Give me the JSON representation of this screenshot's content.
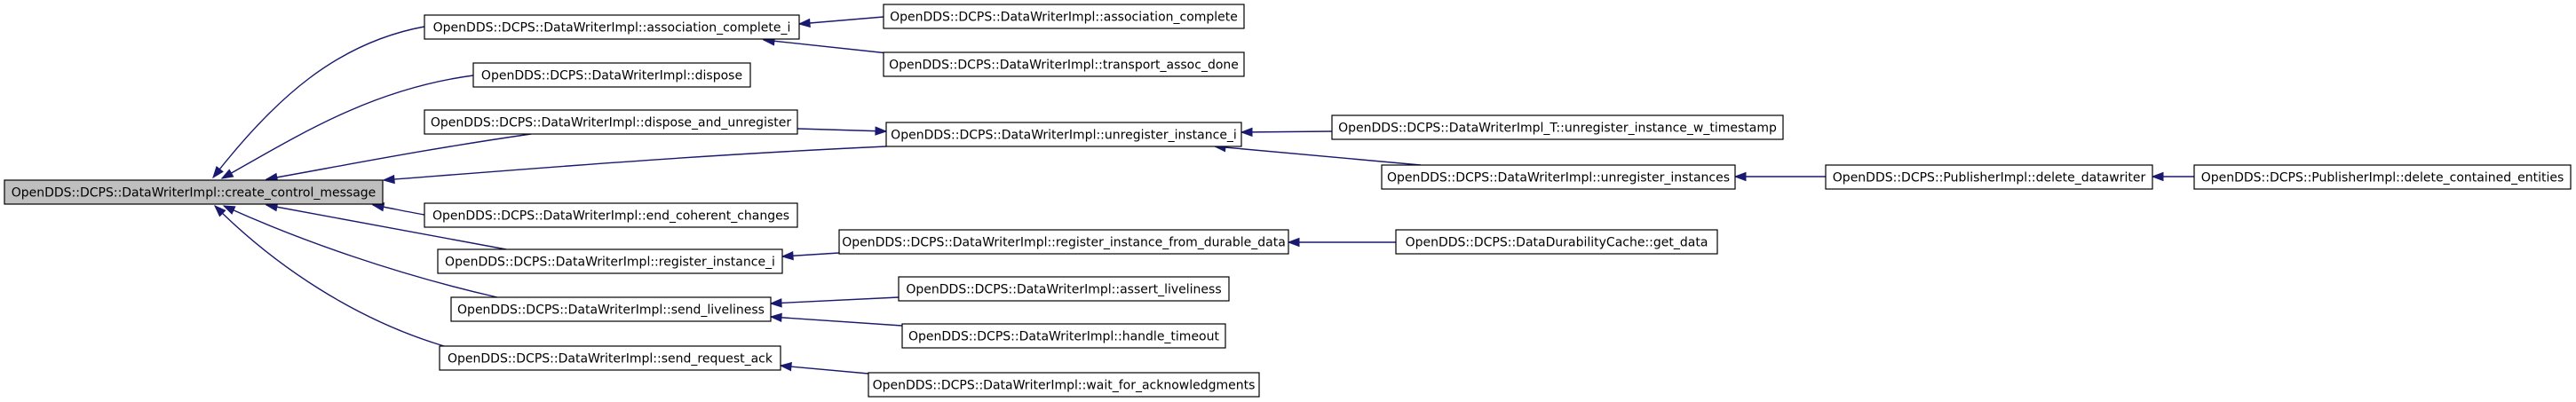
{
  "graph": {
    "nodes": [
      {
        "id": "root",
        "label": "OpenDDS::DCPS::DataWriterImpl::create_control_message",
        "root": true
      },
      {
        "id": "n1",
        "label": "OpenDDS::DCPS::DataWriterImpl::association_complete_i"
      },
      {
        "id": "n2",
        "label": "OpenDDS::DCPS::DataWriterImpl::dispose"
      },
      {
        "id": "n3",
        "label": "OpenDDS::DCPS::DataWriterImpl::dispose_and_unregister"
      },
      {
        "id": "n4",
        "label": "OpenDDS::DCPS::DataWriterImpl::end_coherent_changes"
      },
      {
        "id": "n5",
        "label": "OpenDDS::DCPS::DataWriterImpl::register_instance_i"
      },
      {
        "id": "n6",
        "label": "OpenDDS::DCPS::DataWriterImpl::send_liveliness"
      },
      {
        "id": "n7",
        "label": "OpenDDS::DCPS::DataWriterImpl::send_request_ack"
      },
      {
        "id": "n8",
        "label": "OpenDDS::DCPS::DataWriterImpl::association_complete"
      },
      {
        "id": "n9",
        "label": "OpenDDS::DCPS::DataWriterImpl::transport_assoc_done"
      },
      {
        "id": "n10",
        "label": "OpenDDS::DCPS::DataWriterImpl::unregister_instance_i"
      },
      {
        "id": "n11",
        "label": "OpenDDS::DCPS::DataWriterImpl::register_instance_from_durable_data"
      },
      {
        "id": "n12",
        "label": "OpenDDS::DCPS::DataWriterImpl::assert_liveliness"
      },
      {
        "id": "n13",
        "label": "OpenDDS::DCPS::DataWriterImpl::handle_timeout"
      },
      {
        "id": "n14",
        "label": "OpenDDS::DCPS::DataWriterImpl::wait_for_acknowledgments"
      },
      {
        "id": "n15",
        "label": "OpenDDS::DCPS::DataWriterImpl_T::unregister_instance_w_timestamp"
      },
      {
        "id": "n16",
        "label": "OpenDDS::DCPS::DataWriterImpl::unregister_instances"
      },
      {
        "id": "n17",
        "label": "OpenDDS::DCPS::DataDurabilityCache::get_data"
      },
      {
        "id": "n18",
        "label": "OpenDDS::DCPS::PublisherImpl::delete_datawriter"
      },
      {
        "id": "n19",
        "label": "OpenDDS::DCPS::PublisherImpl::delete_contained_entities"
      }
    ],
    "edges": [
      {
        "from": "n1",
        "to": "root"
      },
      {
        "from": "n2",
        "to": "root"
      },
      {
        "from": "n3",
        "to": "root"
      },
      {
        "from": "n10",
        "to": "root"
      },
      {
        "from": "n4",
        "to": "root"
      },
      {
        "from": "n5",
        "to": "root"
      },
      {
        "from": "n6",
        "to": "root"
      },
      {
        "from": "n7",
        "to": "root"
      },
      {
        "from": "n8",
        "to": "n1"
      },
      {
        "from": "n9",
        "to": "n1"
      },
      {
        "from": "n3",
        "to": "n10"
      },
      {
        "from": "n15",
        "to": "n10"
      },
      {
        "from": "n16",
        "to": "n10"
      },
      {
        "from": "n18",
        "to": "n16"
      },
      {
        "from": "n19",
        "to": "n18"
      },
      {
        "from": "n11",
        "to": "n5"
      },
      {
        "from": "n17",
        "to": "n11"
      },
      {
        "from": "n12",
        "to": "n6"
      },
      {
        "from": "n13",
        "to": "n6"
      },
      {
        "from": "n14",
        "to": "n7"
      }
    ]
  }
}
